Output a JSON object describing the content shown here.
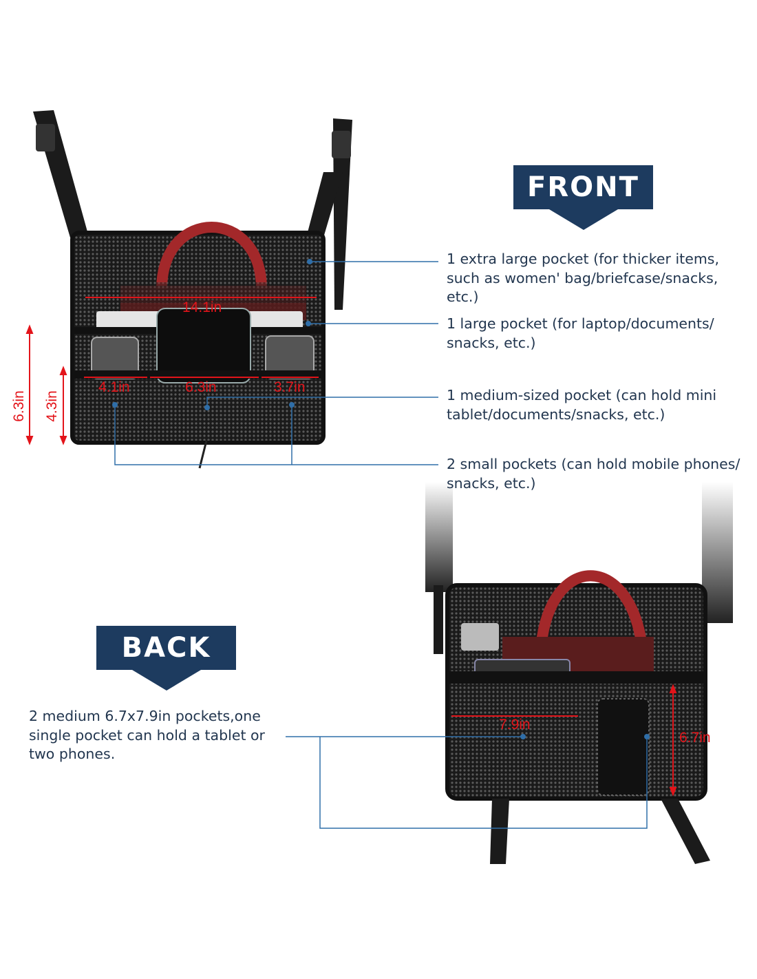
{
  "front": {
    "banner": "FRONT",
    "features": [
      "1 extra large pocket (for thicker items,\nsuch as women' bag/briefcase/snacks,\netc.)",
      "1 large pocket (for laptop/documents/\nsnacks, etc.)",
      "1 medium-sized pocket (can hold mini\ntablet/documents/snacks, etc.)",
      "2 small pockets (can hold mobile phones/\nsnacks, etc.)"
    ],
    "dimensions": {
      "width_total": "14.1in",
      "left_pocket": "4.1in",
      "middle_pocket": "6.3in",
      "right_pocket": "3.7in",
      "height_total": "6.3in",
      "height_pocket": "4.3in"
    }
  },
  "back": {
    "banner": "BACK",
    "feature": "2 medium 6.7x7.9in pockets,one\nsingle pocket can hold a tablet or\ntwo phones.",
    "dimensions": {
      "width": "7.9in",
      "height": "6.7in"
    }
  },
  "colors": {
    "navy": "#1d3b5f",
    "leader": "#2f6ea8",
    "dimension": "#e3141a"
  }
}
